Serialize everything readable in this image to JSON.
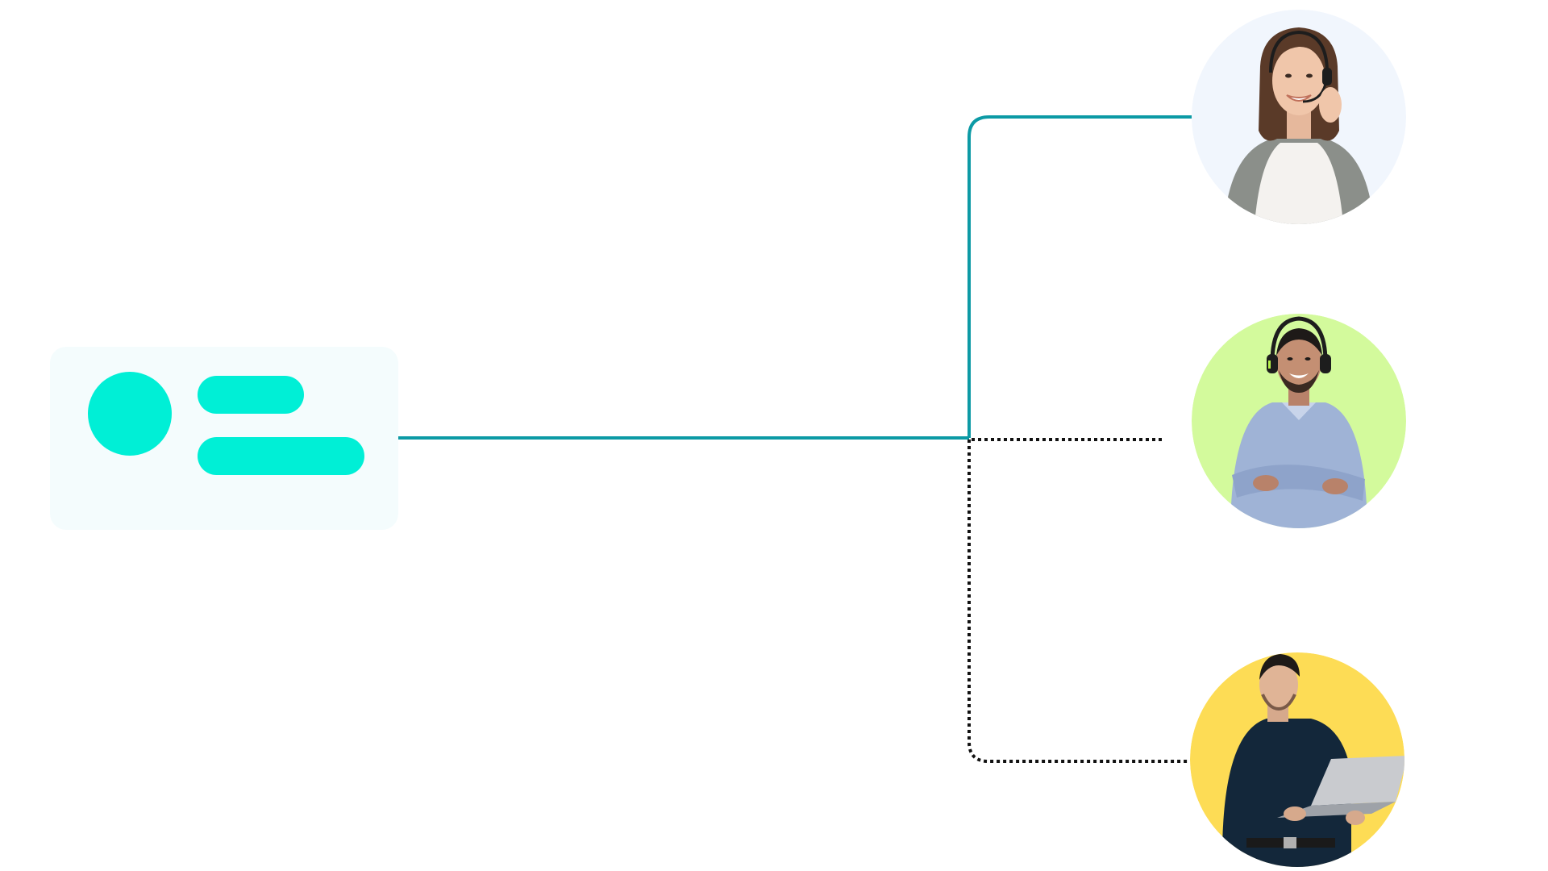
{
  "colors": {
    "background": "#ffffff",
    "card_background": "#f4fcfd",
    "card_accent": "#00efd6",
    "connector_solid": "#0c9aa5",
    "connector_dotted": "#111111"
  },
  "source_card": {
    "icon": "contact-card-placeholder-icon"
  },
  "agents": [
    {
      "id": "agent-top",
      "connection": "solid",
      "background": "#f1f6fd",
      "depiction": "support-agent-with-headset"
    },
    {
      "id": "agent-middle",
      "connection": "dotted",
      "background": "#d3fa9c",
      "depiction": "support-agent-with-headphones"
    },
    {
      "id": "agent-bottom",
      "connection": "dotted",
      "background": "#fddc55",
      "depiction": "agent-with-laptop"
    }
  ]
}
